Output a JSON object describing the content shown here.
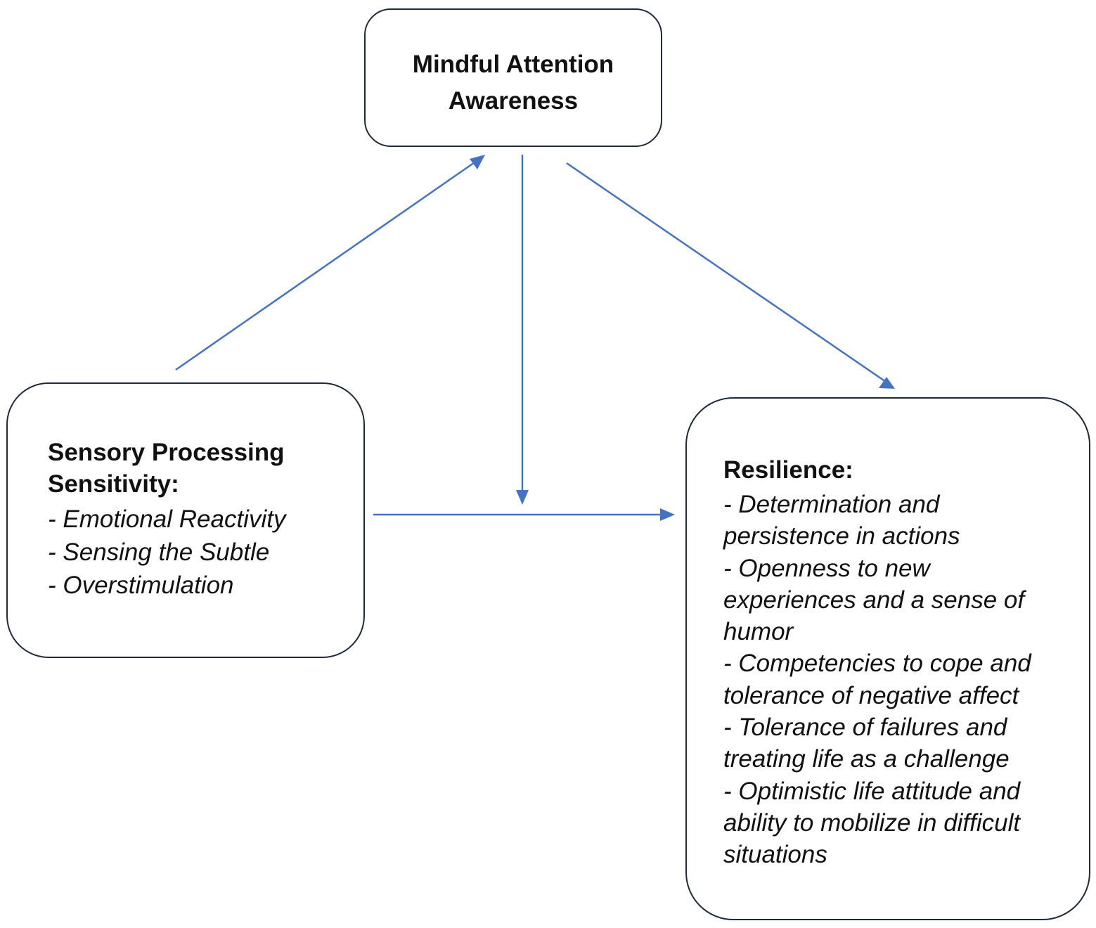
{
  "diagram": {
    "accent_color": "#4472c4",
    "mediator": {
      "title_lines": [
        "Mindful Attention",
        "Awareness"
      ]
    },
    "predictor": {
      "title_lines": [
        "Sensory Processing",
        "Sensitivity:"
      ],
      "items": [
        "- Emotional Reactivity",
        "- Sensing the Subtle",
        "- Overstimulation"
      ]
    },
    "outcome": {
      "title": "Resilience:",
      "items": [
        {
          "lines": [
            "- Determination and",
            "persistence in actions"
          ]
        },
        {
          "lines": [
            "- Openness to new",
            "experiences and a sense of",
            "humor"
          ]
        },
        {
          "lines": [
            "- Competencies to cope and",
            "tolerance of negative affect"
          ]
        },
        {
          "lines": [
            "- Tolerance of failures and",
            "treating life as a challenge"
          ]
        },
        {
          "lines": [
            "- Optimistic life attitude and",
            "ability to mobilize in difficult",
            "situations"
          ]
        }
      ]
    }
  }
}
